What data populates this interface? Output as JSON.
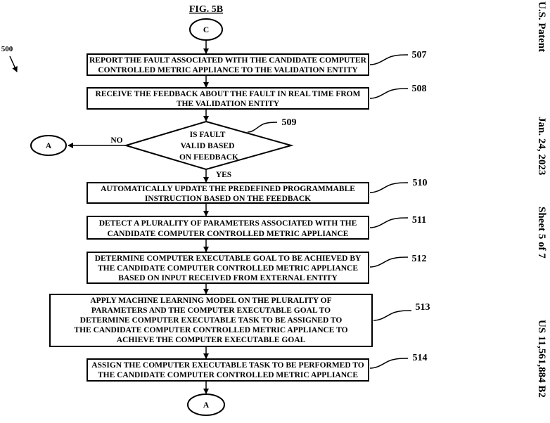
{
  "figure_title": "FIG. 5B",
  "figure_ref": "500",
  "header": {
    "patent": "U.S. Patent",
    "date": "Jan. 24, 2023",
    "sheet": "Sheet 5 of 7",
    "number": "US 11,561,884 B2"
  },
  "connectors": {
    "top": "C",
    "no_target": "A",
    "bottom": "A"
  },
  "steps": [
    {
      "ref": "507",
      "lines": [
        "REPORT THE FAULT ASSOCIATED WITH THE CANDIDATE COMPUTER",
        "CONTROLLED METRIC APPLIANCE TO THE VALIDATION ENTITY"
      ]
    },
    {
      "ref": "508",
      "lines": [
        "RECEIVE THE FEEDBACK ABOUT THE FAULT IN REAL TIME FROM",
        "THE VALIDATION ENTITY"
      ]
    },
    {
      "ref": "509",
      "lines": [
        "IS FAULT",
        "VALID BASED",
        "ON FEEDBACK"
      ]
    },
    {
      "ref": "510",
      "lines": [
        "AUTOMATICALLY UPDATE THE PREDEFINED PROGRAMMABLE",
        "INSTRUCTION BASED ON THE FEEDBACK"
      ]
    },
    {
      "ref": "511",
      "lines": [
        "DETECT A PLURALITY OF PARAMETERS ASSOCIATED WITH THE",
        "CANDIDATE COMPUTER CONTROLLED METRIC APPLIANCE"
      ]
    },
    {
      "ref": "512",
      "lines": [
        "DETERMINE COMPUTER EXECUTABLE GOAL TO BE ACHIEVED BY",
        "THE CANDIDATE COMPUTER CONTROLLED METRIC APPLIANCE",
        "BASED ON INPUT RECEIVED FROM EXTERNAL ENTITY"
      ]
    },
    {
      "ref": "513",
      "lines": [
        "APPLY MACHINE LEARNING MODEL ON THE PLURALITY OF",
        "PARAMETERS AND THE COMPUTER EXECUTABLE GOAL TO",
        "DETERMINE COMPUTER EXECUTABLE TASK TO BE ASSIGNED TO",
        "THE CANDIDATE COMPUTER CONTROLLED METRIC APPLIANCE TO",
        "ACHIEVE THE COMPUTER EXECUTABLE GOAL"
      ]
    },
    {
      "ref": "514",
      "lines": [
        "ASSIGN THE COMPUTER EXECUTABLE TASK TO BE PERFORMED TO",
        "THE CANDIDATE COMPUTER CONTROLLED METRIC APPLIANCE"
      ]
    }
  ],
  "decision_labels": {
    "no": "NO",
    "yes": "YES"
  }
}
